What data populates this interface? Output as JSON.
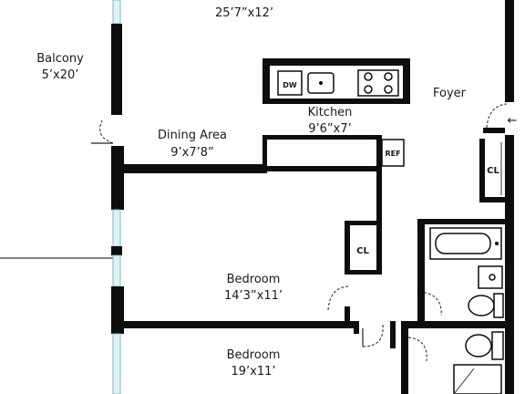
{
  "rooms": {
    "living": {
      "dims": "25’7”x12’"
    },
    "balcony": {
      "name": "Balcony",
      "dims": "5’x20’"
    },
    "kitchen": {
      "name": "Kitchen",
      "dims": "9’6”x7’"
    },
    "dining": {
      "name": "Dining Area",
      "dims": "9’x7’8”"
    },
    "foyer": {
      "name": "Foyer"
    },
    "bedroom1": {
      "name": "Bedroom",
      "dims": "14’3”x11’"
    },
    "bedroom2": {
      "name": "Bedroom",
      "dims": "19’x11’"
    }
  },
  "fixtures": {
    "dishwasher": "DW",
    "refrigerator": "REF",
    "closet_foyer": "CL",
    "closet_bedroom": "CL"
  },
  "entry_arrow": "←"
}
